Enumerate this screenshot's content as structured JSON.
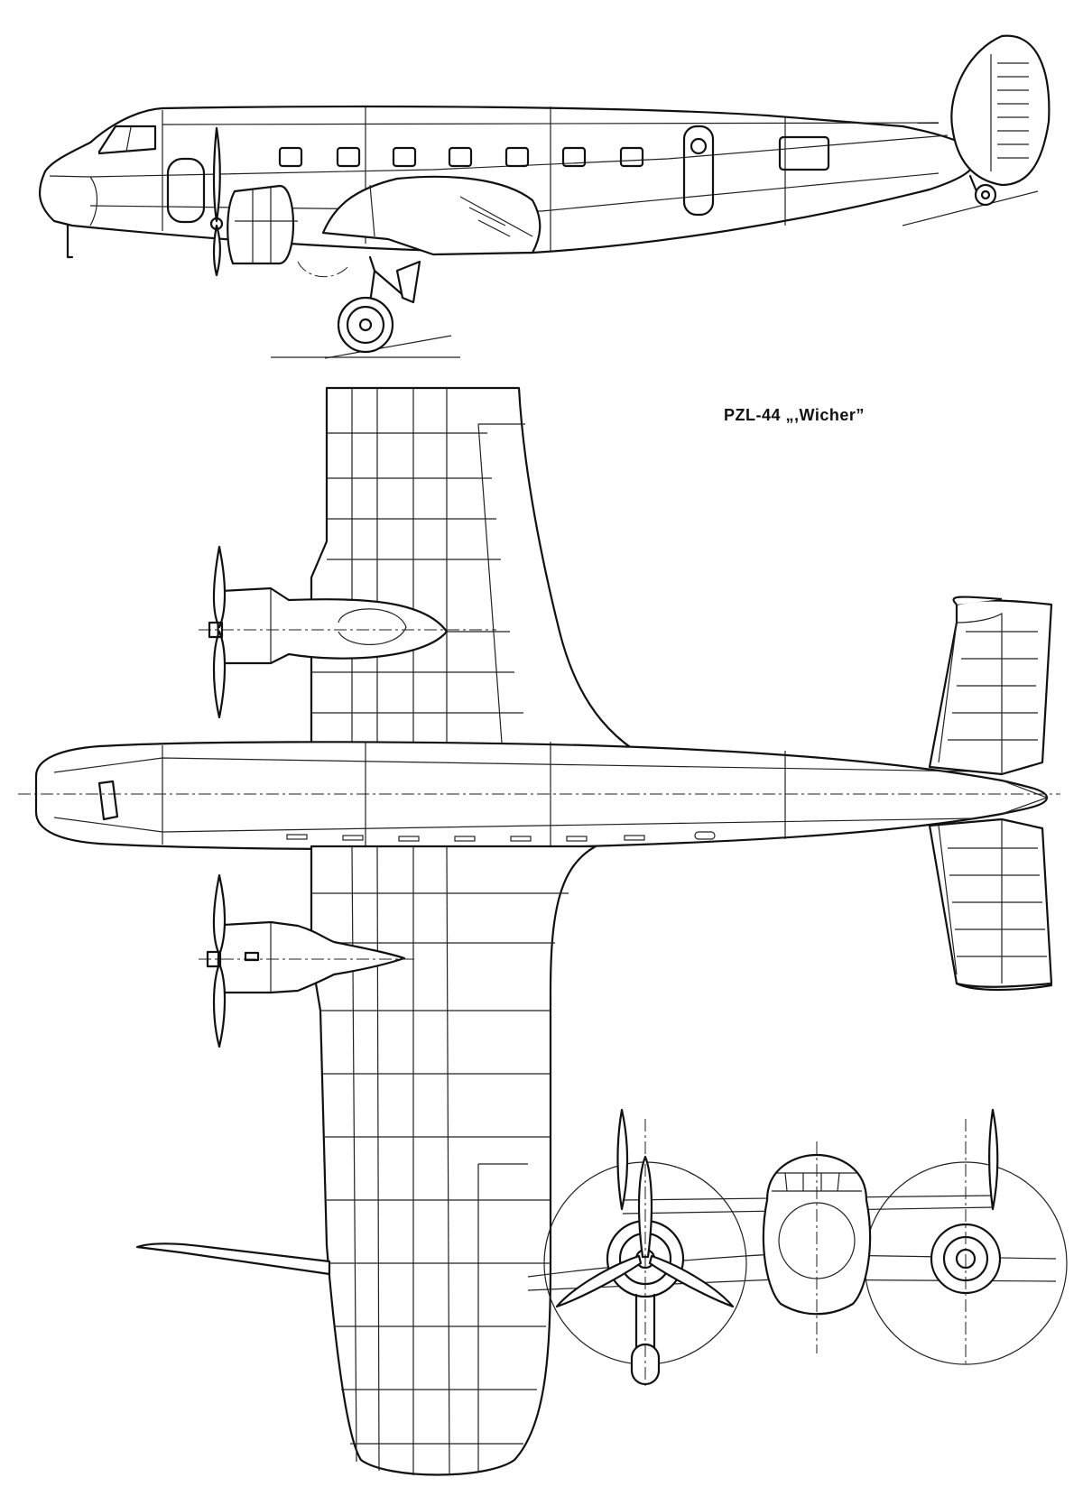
{
  "title": "PZL-44 „,Wicher”",
  "views": {
    "side": "side-view",
    "top": "plan-view",
    "front": "front-view"
  },
  "icons": {
    "propeller": "propeller-icon",
    "engine": "radial-engine-icon",
    "wheel": "landing-wheel-icon"
  },
  "colors": {
    "ink": "#111111",
    "paper": "#ffffff"
  }
}
